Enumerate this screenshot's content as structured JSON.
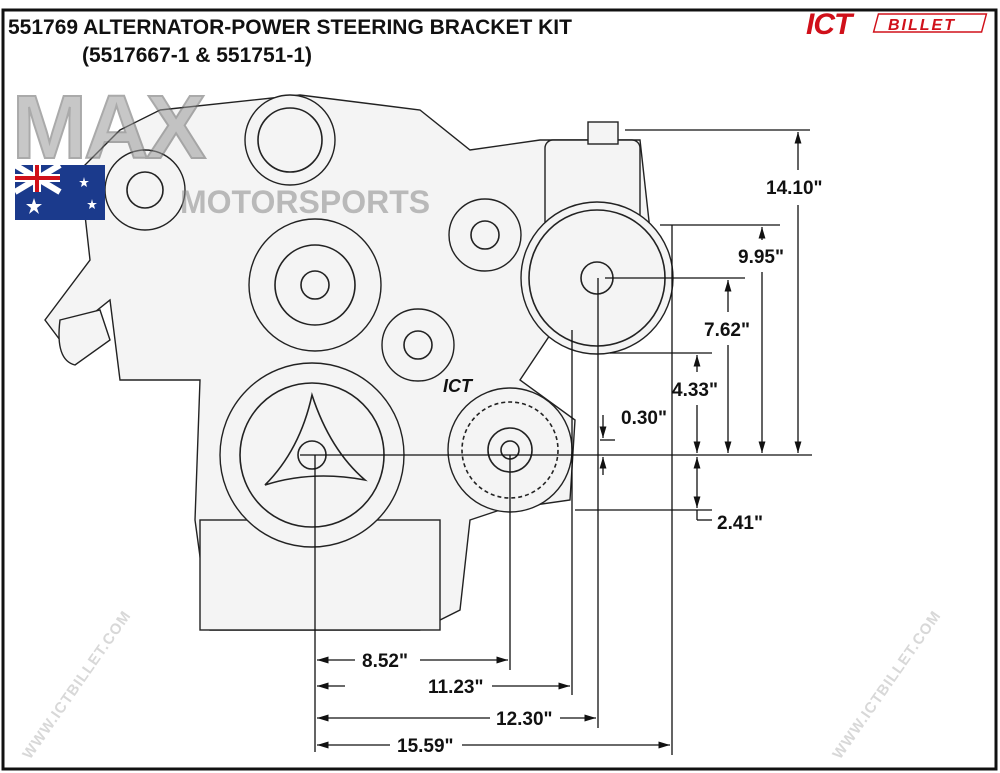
{
  "title": {
    "line1": "551769 ALTERNATOR-POWER STEERING BRACKET KIT",
    "line2": "(5517667-1 & 551751-1)"
  },
  "brand_logo": {
    "text_main": "ICT",
    "text_sub": "BILLET",
    "color": "#d0101a"
  },
  "overlay_logo": {
    "text_main": "MAX",
    "text_sub": "MOTORSPORTS",
    "color": "#9a9a9a"
  },
  "part_mark": "ICT",
  "watermark": "WWW.ICTBILLET.COM",
  "vertical_dimensions": [
    "14.10\"",
    "9.95\"",
    "7.62\"",
    "4.33\"",
    "0.30\"",
    "2.41\""
  ],
  "horizontal_dimensions": [
    "8.52\"",
    "11.23\"",
    "12.30\"",
    "15.59\""
  ]
}
